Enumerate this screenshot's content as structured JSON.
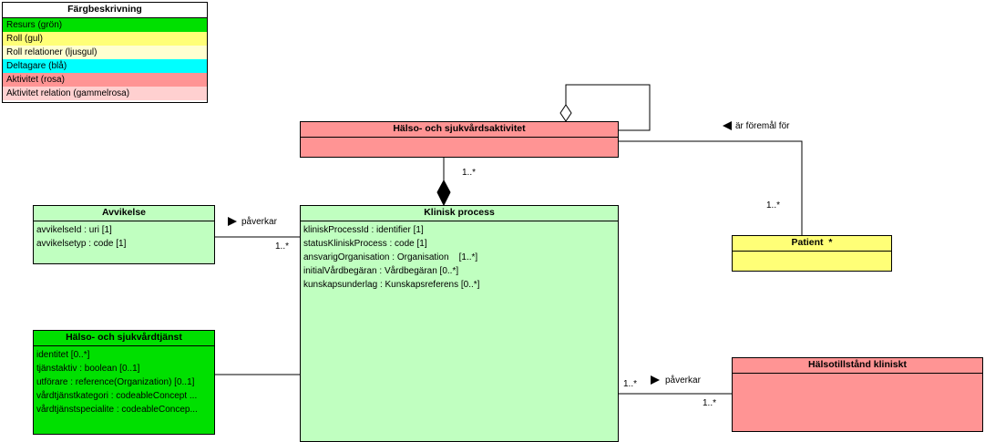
{
  "legend": {
    "title": "Färgbeskrivning",
    "items": [
      {
        "label": "Resurs (grön)",
        "color": "#00e000"
      },
      {
        "label": "Roll (gul)",
        "color": "#ffff77"
      },
      {
        "label": "Roll relationer (ljusgul)",
        "color": "#ffffd0"
      },
      {
        "label": "Deltagare (blå)",
        "color": "#00ffff"
      },
      {
        "label": "Aktivitet (rosa)",
        "color": "#ff9494"
      },
      {
        "label": "Aktivitet relation (gammelrosa)",
        "color": "#ffd0d0"
      }
    ]
  },
  "classes": {
    "aktivitet": {
      "title": "Hälso- och sjukvårdsaktivitet"
    },
    "klinisk": {
      "title": "Klinisk process",
      "attrs": [
        "kliniskProcessId : identifier [1]",
        "statusKliniskProcess : code [1]",
        "ansvarigOrganisation : Organisation    [1..*]",
        "initialVårdbegäran : Vårdbegäran [0..*]",
        "kunskapsunderlag : Kunskapsreferens [0..*]"
      ]
    },
    "avvikelse": {
      "title": "Avvikelse",
      "attrs": [
        "avvikelseId : uri [1]",
        "avvikelsetyp : code [1]"
      ]
    },
    "tjanst": {
      "title": "Hälso- och sjukvårdtjänst",
      "attrs": [
        "identitet [0..*]",
        "tjänstaktiv : boolean [0..1]",
        "utförare : reference(Organization) [0..1]",
        "vårdtjänstkategori : codeableConcept ...",
        "vårdtjänstspecialite : codeableConcep..."
      ]
    },
    "patient": {
      "title": "Patient  *"
    },
    "halsotillstand": {
      "title": "Hälsotillstånd kliniskt"
    }
  },
  "labels": {
    "foremal": "är föremål för",
    "foremal_mult": "1..*",
    "comp_mult": "1..*",
    "paverkar1": "påverkar",
    "paverkar1_mult": "1..*",
    "paverkar2": "påverkar",
    "paverkar2_mult_left": "1..*",
    "paverkar2_mult_right": "1..*"
  }
}
